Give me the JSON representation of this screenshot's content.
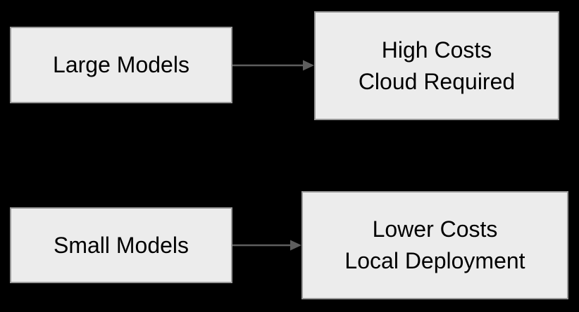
{
  "canvas": {
    "background": "#000000"
  },
  "styles": {
    "node_fill": "#ececec",
    "node_border": "#999999",
    "node_text": "#000000",
    "arrow_color": "#5e5e5e"
  },
  "diagram": {
    "nodes": [
      {
        "id": "large-models",
        "lines": [
          "Large Models"
        ]
      },
      {
        "id": "high-costs",
        "lines": [
          "High Costs",
          "Cloud Required"
        ]
      },
      {
        "id": "small-models",
        "lines": [
          "Small Models"
        ]
      },
      {
        "id": "lower-costs",
        "lines": [
          "Lower Costs",
          "Local Deployment"
        ]
      }
    ],
    "edges": [
      {
        "id": "large-to-high",
        "from": "Large Models",
        "to": "High Costs Cloud Required",
        "style": "right-arrow"
      },
      {
        "id": "small-to-lower",
        "from": "Small Models",
        "to": "Lower Costs Local Deployment",
        "style": "right-arrow"
      }
    ]
  }
}
